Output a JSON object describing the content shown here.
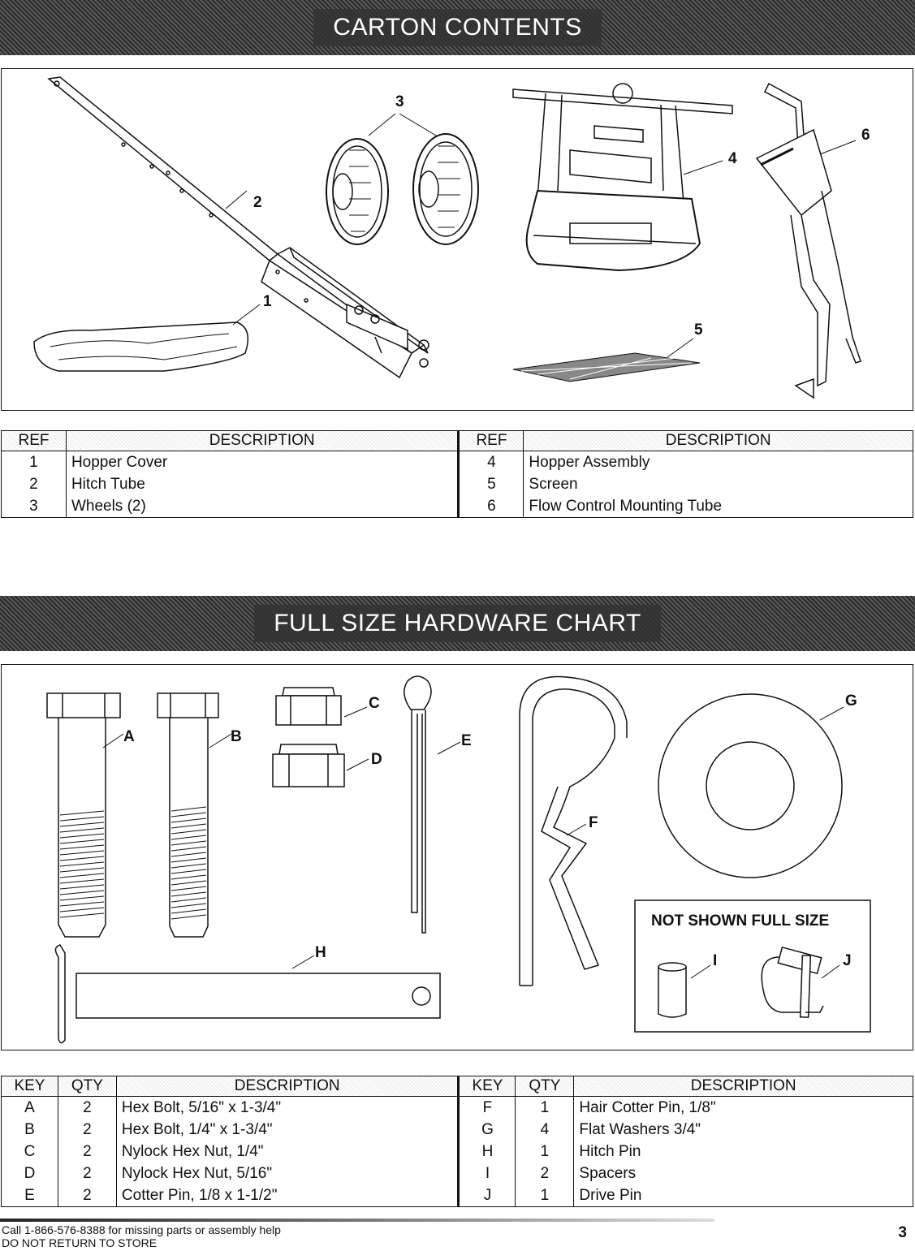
{
  "carton": {
    "title": "CARTON CONTENTS",
    "callouts": [
      "1",
      "2",
      "3",
      "4",
      "5",
      "6"
    ],
    "headers": {
      "ref": "REF",
      "description": "DESCRIPTION"
    },
    "rows_left": [
      {
        "ref": "1",
        "description": "Hopper Cover"
      },
      {
        "ref": "2",
        "description": "Hitch Tube"
      },
      {
        "ref": "3",
        "description": "Wheels (2)"
      }
    ],
    "rows_right": [
      {
        "ref": "4",
        "description": "Hopper Assembly"
      },
      {
        "ref": "5",
        "description": "Screen"
      },
      {
        "ref": "6",
        "description": "Flow Control Mounting Tube"
      }
    ]
  },
  "hardware": {
    "title": "FULL SIZE HARDWARE CHART",
    "callouts": [
      "A",
      "B",
      "C",
      "D",
      "E",
      "F",
      "G",
      "H",
      "I",
      "J"
    ],
    "not_shown_title": "NOT SHOWN FULL SIZE",
    "headers": {
      "key": "KEY",
      "qty": "QTY",
      "description": "DESCRIPTION"
    },
    "rows_left": [
      {
        "key": "A",
        "qty": "2",
        "description": "Hex Bolt, 5/16\" x 1-3/4\""
      },
      {
        "key": "B",
        "qty": "2",
        "description": "Hex Bolt, 1/4\" x 1-3/4\""
      },
      {
        "key": "C",
        "qty": "2",
        "description": "Nylock Hex Nut, 1/4\""
      },
      {
        "key": "D",
        "qty": "2",
        "description": "Nylock Hex Nut, 5/16\""
      },
      {
        "key": "E",
        "qty": "2",
        "description": "Cotter Pin, 1/8 x 1-1/2\""
      }
    ],
    "rows_right": [
      {
        "key": "F",
        "qty": "1",
        "description": "Hair Cotter Pin, 1/8\""
      },
      {
        "key": "G",
        "qty": "4",
        "description": "Flat Washers 3/4\""
      },
      {
        "key": "H",
        "qty": "1",
        "description": "Hitch Pin"
      },
      {
        "key": "I",
        "qty": "2",
        "description": "Spacers"
      },
      {
        "key": "J",
        "qty": "1",
        "description": "Drive Pin"
      }
    ]
  },
  "footer": {
    "line1": "Call 1-866-576-8388 for missing parts or assembly help",
    "line2": "DO NOT RETURN TO STORE",
    "page_number": "3"
  }
}
